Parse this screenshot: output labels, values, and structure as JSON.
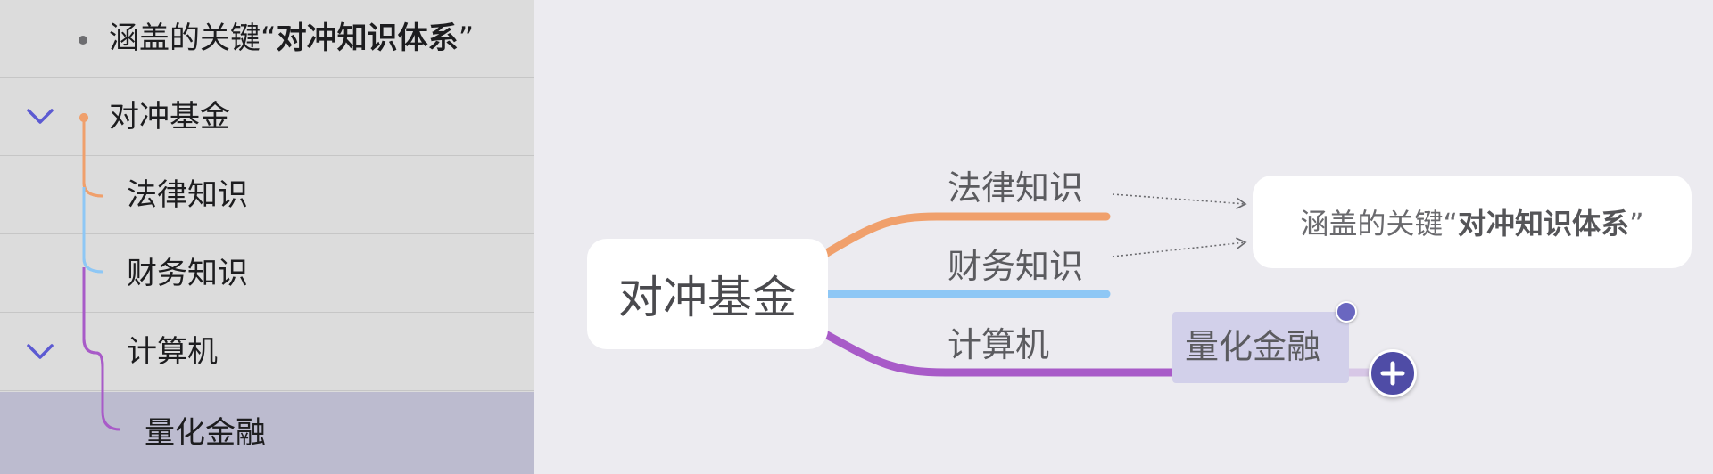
{
  "outline": {
    "items": [
      {
        "label_normal": "涵盖的关键“",
        "label_bold": "对冲知识体系",
        "label_tail": "”"
      },
      {
        "label": "对冲基金"
      },
      {
        "label": "法律知识"
      },
      {
        "label": "财务知识"
      },
      {
        "label": "计算机"
      },
      {
        "label": "量化金融"
      }
    ],
    "branch_colors": {
      "root": "#f0a06c",
      "law": "#f0a06c",
      "finance": "#8ec7f5",
      "computer": "#a85bc8"
    },
    "chevron_color": "#5c5ad2"
  },
  "mindmap": {
    "root": "对冲基金",
    "branches": [
      {
        "label": "法律知识",
        "color": "#f0a06c"
      },
      {
        "label": "财务知识",
        "color": "#8ec7f5"
      },
      {
        "label": "计算机",
        "color": "#a85bc8"
      }
    ],
    "child": {
      "label": "量化金融"
    },
    "callout": {
      "text_normal": "涵盖的关键“",
      "text_bold": "对冲知识体系",
      "text_tail": "”"
    },
    "add_icon": "plus-icon",
    "handle_icon": "drag-handle"
  }
}
